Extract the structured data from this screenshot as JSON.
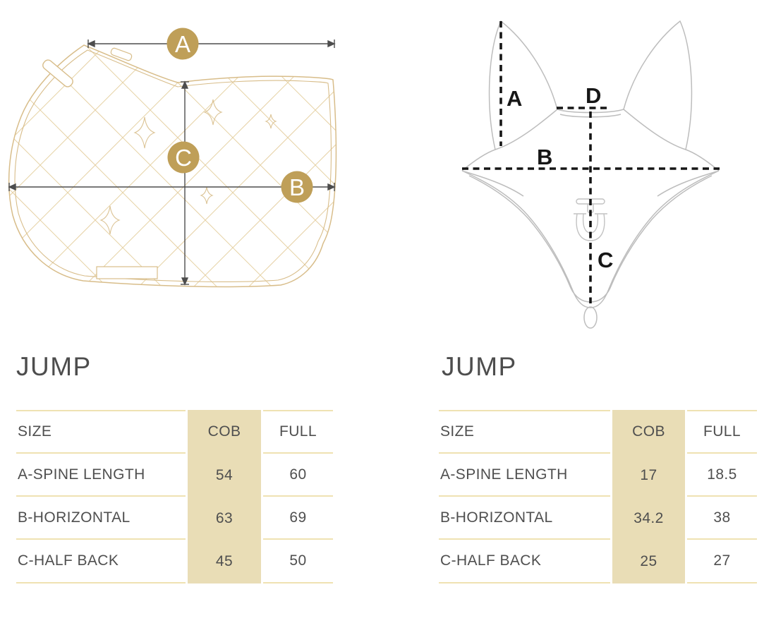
{
  "saddle_pad_diagram": {
    "badges": {
      "a": "A",
      "b": "B",
      "c": "C"
    }
  },
  "bonnet_diagram": {
    "labels": {
      "a": "A",
      "b": "B",
      "c": "C",
      "d": "D"
    }
  },
  "left_section": {
    "title": "JUMP",
    "table": {
      "columns": {
        "size": "SIZE",
        "cob": "COB",
        "full": "FULL"
      },
      "rows": [
        {
          "label": "A-SPINE LENGTH",
          "cob": "54",
          "full": "60"
        },
        {
          "label": "B-HORIZONTAL",
          "cob": "63",
          "full": "69"
        },
        {
          "label": "C-HALF BACK",
          "cob": "45",
          "full": "50"
        }
      ]
    }
  },
  "right_section": {
    "title": "JUMP",
    "table": {
      "columns": {
        "size": "SIZE",
        "cob": "COB",
        "full": "FULL"
      },
      "rows": [
        {
          "label": "A-SPINE LENGTH",
          "cob": "17",
          "full": "18.5"
        },
        {
          "label": "B-HORIZONTAL",
          "cob": "34.2",
          "full": "38"
        },
        {
          "label": "C-HALF BACK",
          "cob": "25",
          "full": "27"
        }
      ]
    }
  },
  "colors": {
    "badge_gold": "#bf9f58",
    "pad_outline_gold": "#d8bd8a",
    "table_band_beige": "#e9ddb6",
    "table_line_tan": "#efe2b2",
    "measure_line_gray": "#4d4d4d",
    "bonnet_outline_gray": "#bdbdbd",
    "bonnet_measure_black": "#161616",
    "text_gray": "#4f4f4f"
  }
}
